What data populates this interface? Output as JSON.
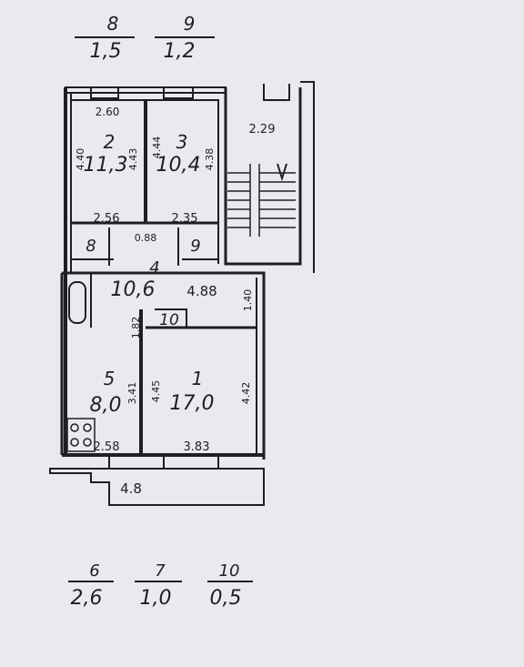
{
  "legend_top": [
    {
      "num": "8",
      "area": "1,5"
    },
    {
      "num": "9",
      "area": "1,2"
    }
  ],
  "legend_bottom": [
    {
      "num": "6",
      "area": "2,6"
    },
    {
      "num": "7",
      "area": "1,0"
    },
    {
      "num": "10",
      "area": "0,5"
    }
  ],
  "rooms": {
    "r2": {
      "num": "2",
      "area": "11,3"
    },
    "r3": {
      "num": "3",
      "area": "10,4"
    },
    "r4": {
      "num": "4",
      "area": "10,6"
    },
    "r1": {
      "num": "1",
      "area": "17,0"
    },
    "r5": {
      "num": "5",
      "area": "8,0"
    },
    "r8": {
      "num": "8"
    },
    "r9": {
      "num": "9"
    },
    "r10": {
      "num": "10"
    }
  },
  "dimensions": {
    "top_r2": "2.60",
    "stair": "2.29",
    "r2_h1": "4.40",
    "r2_h2": "4.43",
    "r3_h1": "4.44",
    "r3_h2": "4.38",
    "r2_bottom": "2.56",
    "r3_bottom": "2.35",
    "corr_w": "0.88",
    "corr_len": "4.88",
    "corr_h": "1.40",
    "r1_h1": "4.45",
    "r1_h2": "4.42",
    "r5_h1": "1.82",
    "r5_h2": "3.41",
    "r5_bottom": "2.58",
    "r1_bottom": "3.83",
    "balcony": "4.8"
  },
  "colors": {
    "paper": "#e9eaed",
    "ink": "#1d1f24"
  }
}
